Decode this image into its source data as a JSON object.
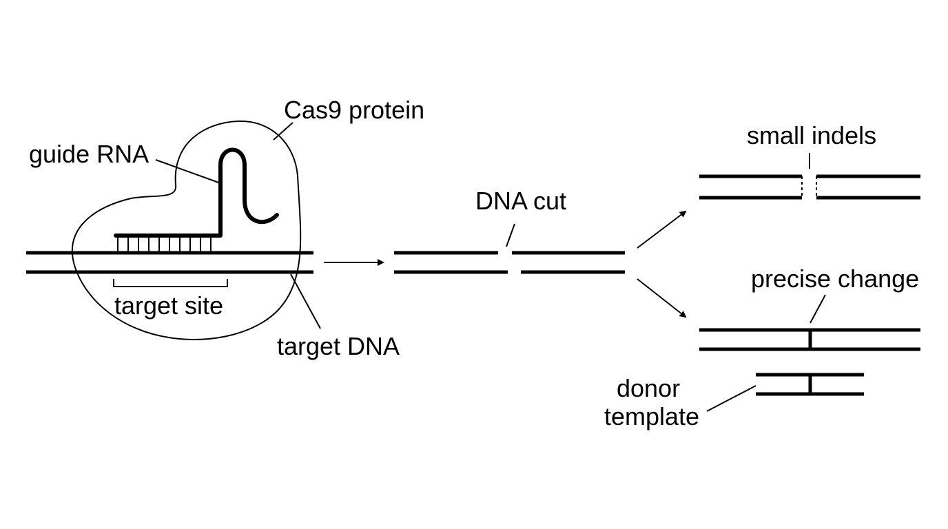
{
  "labels": {
    "cas9": "Cas9 protein",
    "guide_rna": "guide RNA",
    "target_site": "target site",
    "target_dna": "target DNA",
    "dna_cut": "DNA cut",
    "small_indels": "small indels",
    "precise_change": "precise change",
    "donor_line1": "donor",
    "donor_line2": "template"
  }
}
